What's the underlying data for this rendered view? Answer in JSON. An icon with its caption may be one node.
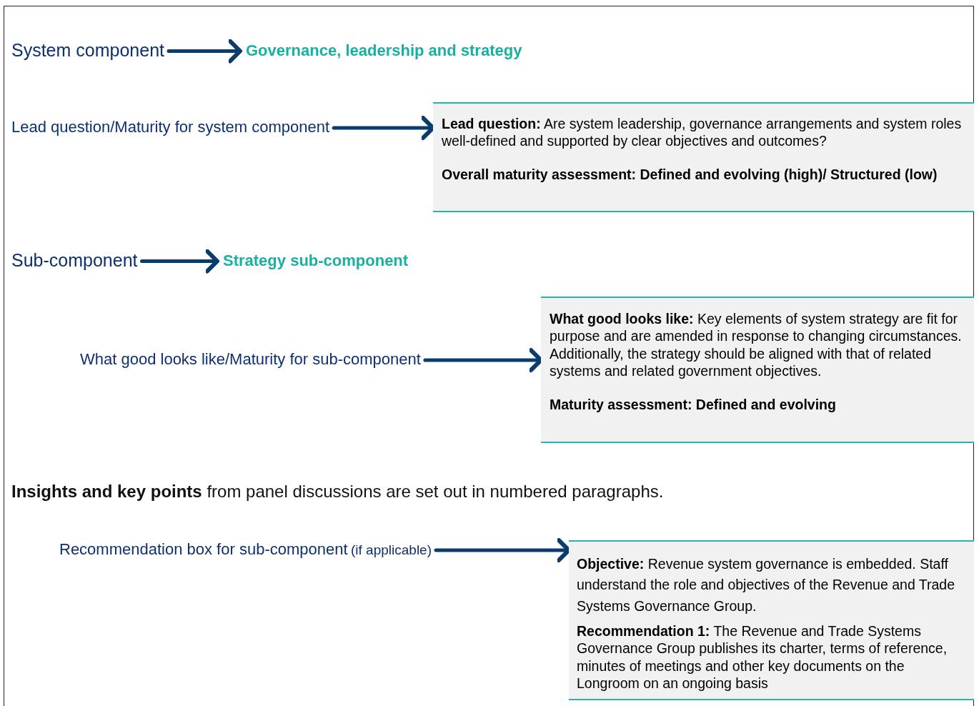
{
  "diagram": {
    "nodes": [
      {
        "text": [
          "System component"
        ]
      },
      {
        "text": [
          "Governance, leadership and strategy"
        ]
      },
      {
        "text": [
          "Lead question/Maturity for system component"
        ]
      },
      {
        "text": [
          "**Lead question:** Are system leadership, governance arrangements and system roles well-defined and supported by clear objectives and outcomes?",
          "Overall maturity assessment: Defined and evolving (high)/ Structured (low)"
        ]
      },
      {
        "text": [
          "Sub-component"
        ]
      },
      {
        "text": [
          "Strategy sub-component"
        ]
      },
      {
        "text": [
          "What good looks like/Maturity for sub-component"
        ]
      },
      {
        "text": [
          "**What good looks like:** Key elements of system strategy are fit for purpose and are amended in response to changing circumstances. Additionally, the strategy should be aligned with that of related systems and related government objectives.",
          "Maturity assessment: Defined and evolving"
        ]
      },
      {
        "text": [
          "Recommendation box for sub-component",
          "(if applicable)"
        ]
      },
      {
        "text": [
          "**Objective:** Revenue system governance is embedded. Staff understand the role and objectives of the Revenue and Trade Systems Governance Group.",
          "**Recommendation 1:** The Revenue and Trade Systems Governance Group publishes its charter, terms of reference, minutes of meetings and other key documents on the Longroom on an ongoing basis"
        ]
      }
    ],
    "edges": [
      {
        "from": 0,
        "to": 1,
        "arrow": "to"
      },
      {
        "from": 2,
        "to": 3,
        "arrow": "to"
      },
      {
        "from": 4,
        "to": 5,
        "arrow": "to"
      },
      {
        "from": 6,
        "to": 7,
        "arrow": "to"
      },
      {
        "from": 8,
        "to": 9,
        "arrow": "to"
      }
    ],
    "labels": [
      "**Insights and key points** from panel discussions are set out in numbered paragraphs."
    ]
  }
}
